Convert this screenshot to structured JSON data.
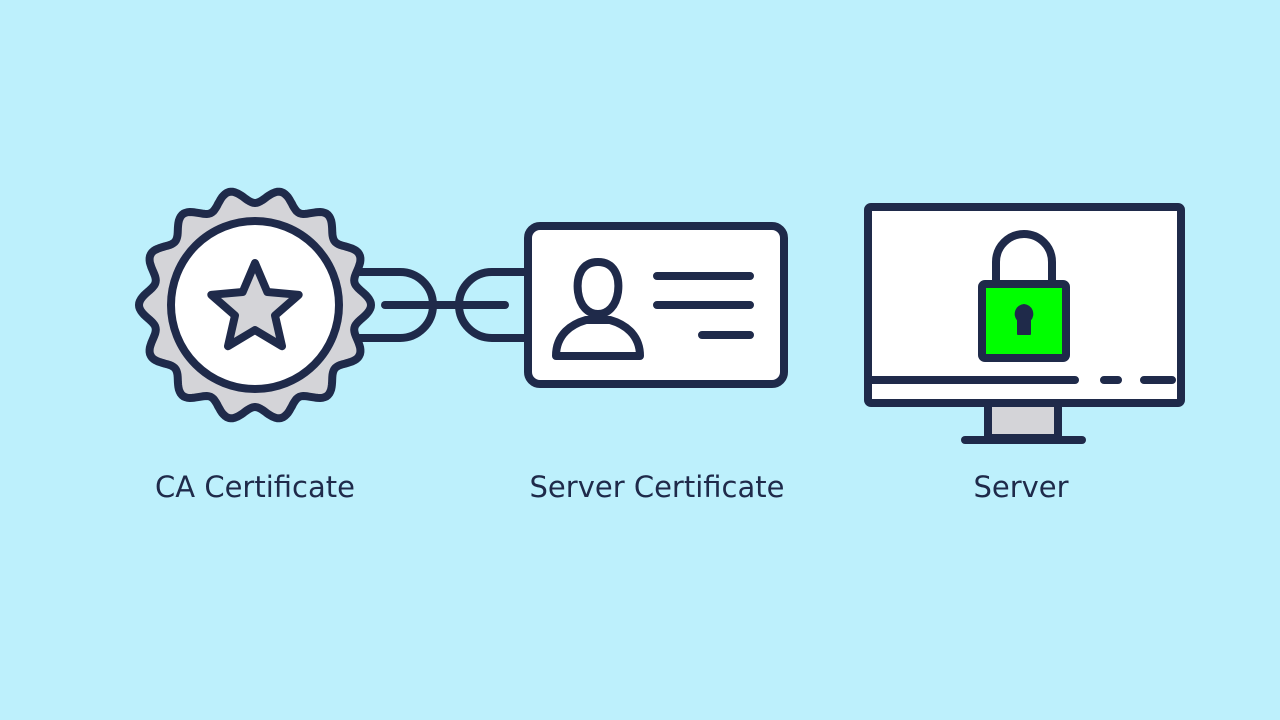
{
  "labels": {
    "ca_certificate": "CA Certificate",
    "server_certificate": "Server Certificate",
    "server": "Server"
  },
  "colors": {
    "background": "#bdf0fc",
    "stroke": "#1f2a4a",
    "badge_fill": "#d4d4d8",
    "lock_fill": "#00ff00"
  },
  "icons": [
    "badge-star-icon",
    "chain-link-icon",
    "id-card-icon",
    "monitor-lock-icon"
  ]
}
